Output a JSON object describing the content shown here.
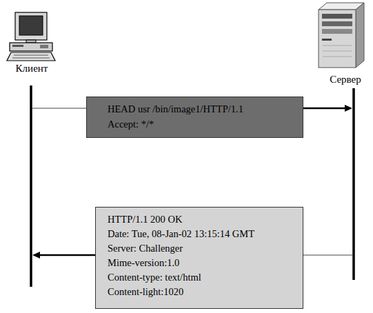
{
  "diagram": {
    "nodes": [
      {
        "text": [
          "Клиент"
        ]
      },
      {
        "text": [
          "Сервер"
        ]
      },
      {
        "text": [
          "HEAD usr /bin/image1/HTTP/1.1",
          "Accept: */*"
        ]
      },
      {
        "text": [
          "HTTP/1.1 200 OK",
          "Date: Tue, 08-Jan-02 13:15:14 GMT",
          "Server: Challenger",
          "Mime-version:1.0",
          "Content-type: text/html",
          "Content-light:1020"
        ]
      }
    ],
    "edges": [
      {
        "from": 0,
        "to": 2,
        "arrow": "none"
      },
      {
        "from": 2,
        "to": 1,
        "arrow": "to"
      },
      {
        "from": 1,
        "to": 3,
        "arrow": "none"
      },
      {
        "from": 3,
        "to": 0,
        "arrow": "to"
      }
    ]
  }
}
